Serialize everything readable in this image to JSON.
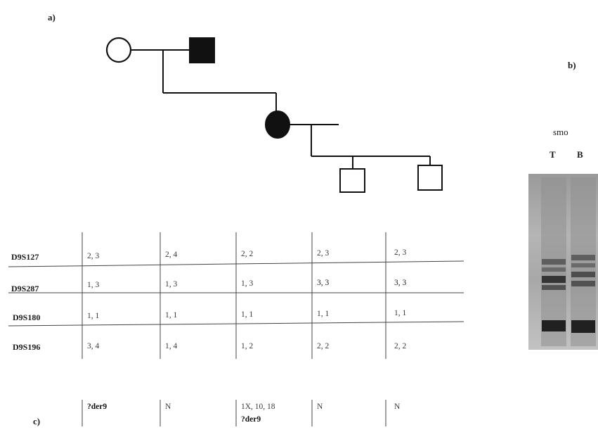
{
  "panels": {
    "a": "a)",
    "b": "b)",
    "c": "c)"
  },
  "pedigree": {
    "individuals": [
      {
        "sex": "female",
        "affected": false
      },
      {
        "sex": "male",
        "affected": true
      },
      {
        "sex": "female",
        "affected": true
      },
      {
        "sex": "male",
        "affected": false
      },
      {
        "sex": "male",
        "affected": false
      }
    ]
  },
  "markers": [
    {
      "locus": "D9S127",
      "genotypes": [
        "2, 3",
        "2, 4",
        "2, 2",
        "2, 3",
        "2, 3"
      ]
    },
    {
      "locus": "D9S287",
      "genotypes": [
        "1, 3",
        "1, 3",
        "1, 3",
        "3, 3",
        "3, 3"
      ]
    },
    {
      "locus": "D9S180",
      "genotypes": [
        "1, 1",
        "1, 1",
        "1, 1",
        "1, 1",
        "1, 1"
      ]
    },
    {
      "locus": "D9S196",
      "genotypes": [
        "3, 4",
        "1, 4",
        "1, 2",
        "2, 2",
        "2, 2"
      ]
    }
  ],
  "karyotypes": [
    {
      "line1": "?der9",
      "line1_bold": true,
      "line2": ""
    },
    {
      "line1": "N",
      "line1_bold": false,
      "line2": ""
    },
    {
      "line1": "1X, 10, 18",
      "line1_bold": false,
      "line2": "?der9"
    },
    {
      "line1": "N",
      "line1_bold": false,
      "line2": ""
    },
    {
      "line1": "N",
      "line1_bold": false,
      "line2": ""
    }
  ],
  "gel": {
    "gene": "smo",
    "lanes": [
      "T",
      "B"
    ]
  }
}
